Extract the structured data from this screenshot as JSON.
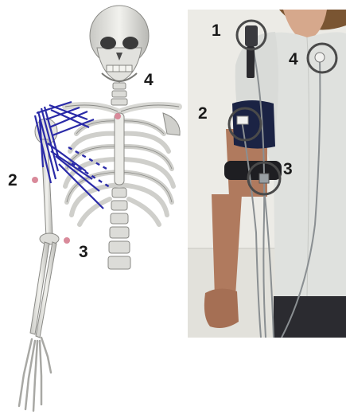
{
  "left_panel": {
    "labels": [
      {
        "id": "2",
        "text": "2"
      },
      {
        "id": "3",
        "text": "3"
      },
      {
        "id": "4",
        "text": "4"
      }
    ]
  },
  "right_panel": {
    "labels": [
      {
        "id": "1",
        "text": "1"
      },
      {
        "id": "2",
        "text": "2"
      },
      {
        "id": "3",
        "text": "3"
      },
      {
        "id": "4",
        "text": "4"
      }
    ]
  },
  "colors": {
    "bone": "#e8e8e4",
    "bone_shadow": "#9a9a96",
    "muscle": "#2a2aa8",
    "marker": "#d98a9a",
    "shirt": "#dfe1de",
    "skin": "#b07a5e",
    "sleeve_band": "#1b2344",
    "circle": "#4a4a4a"
  }
}
